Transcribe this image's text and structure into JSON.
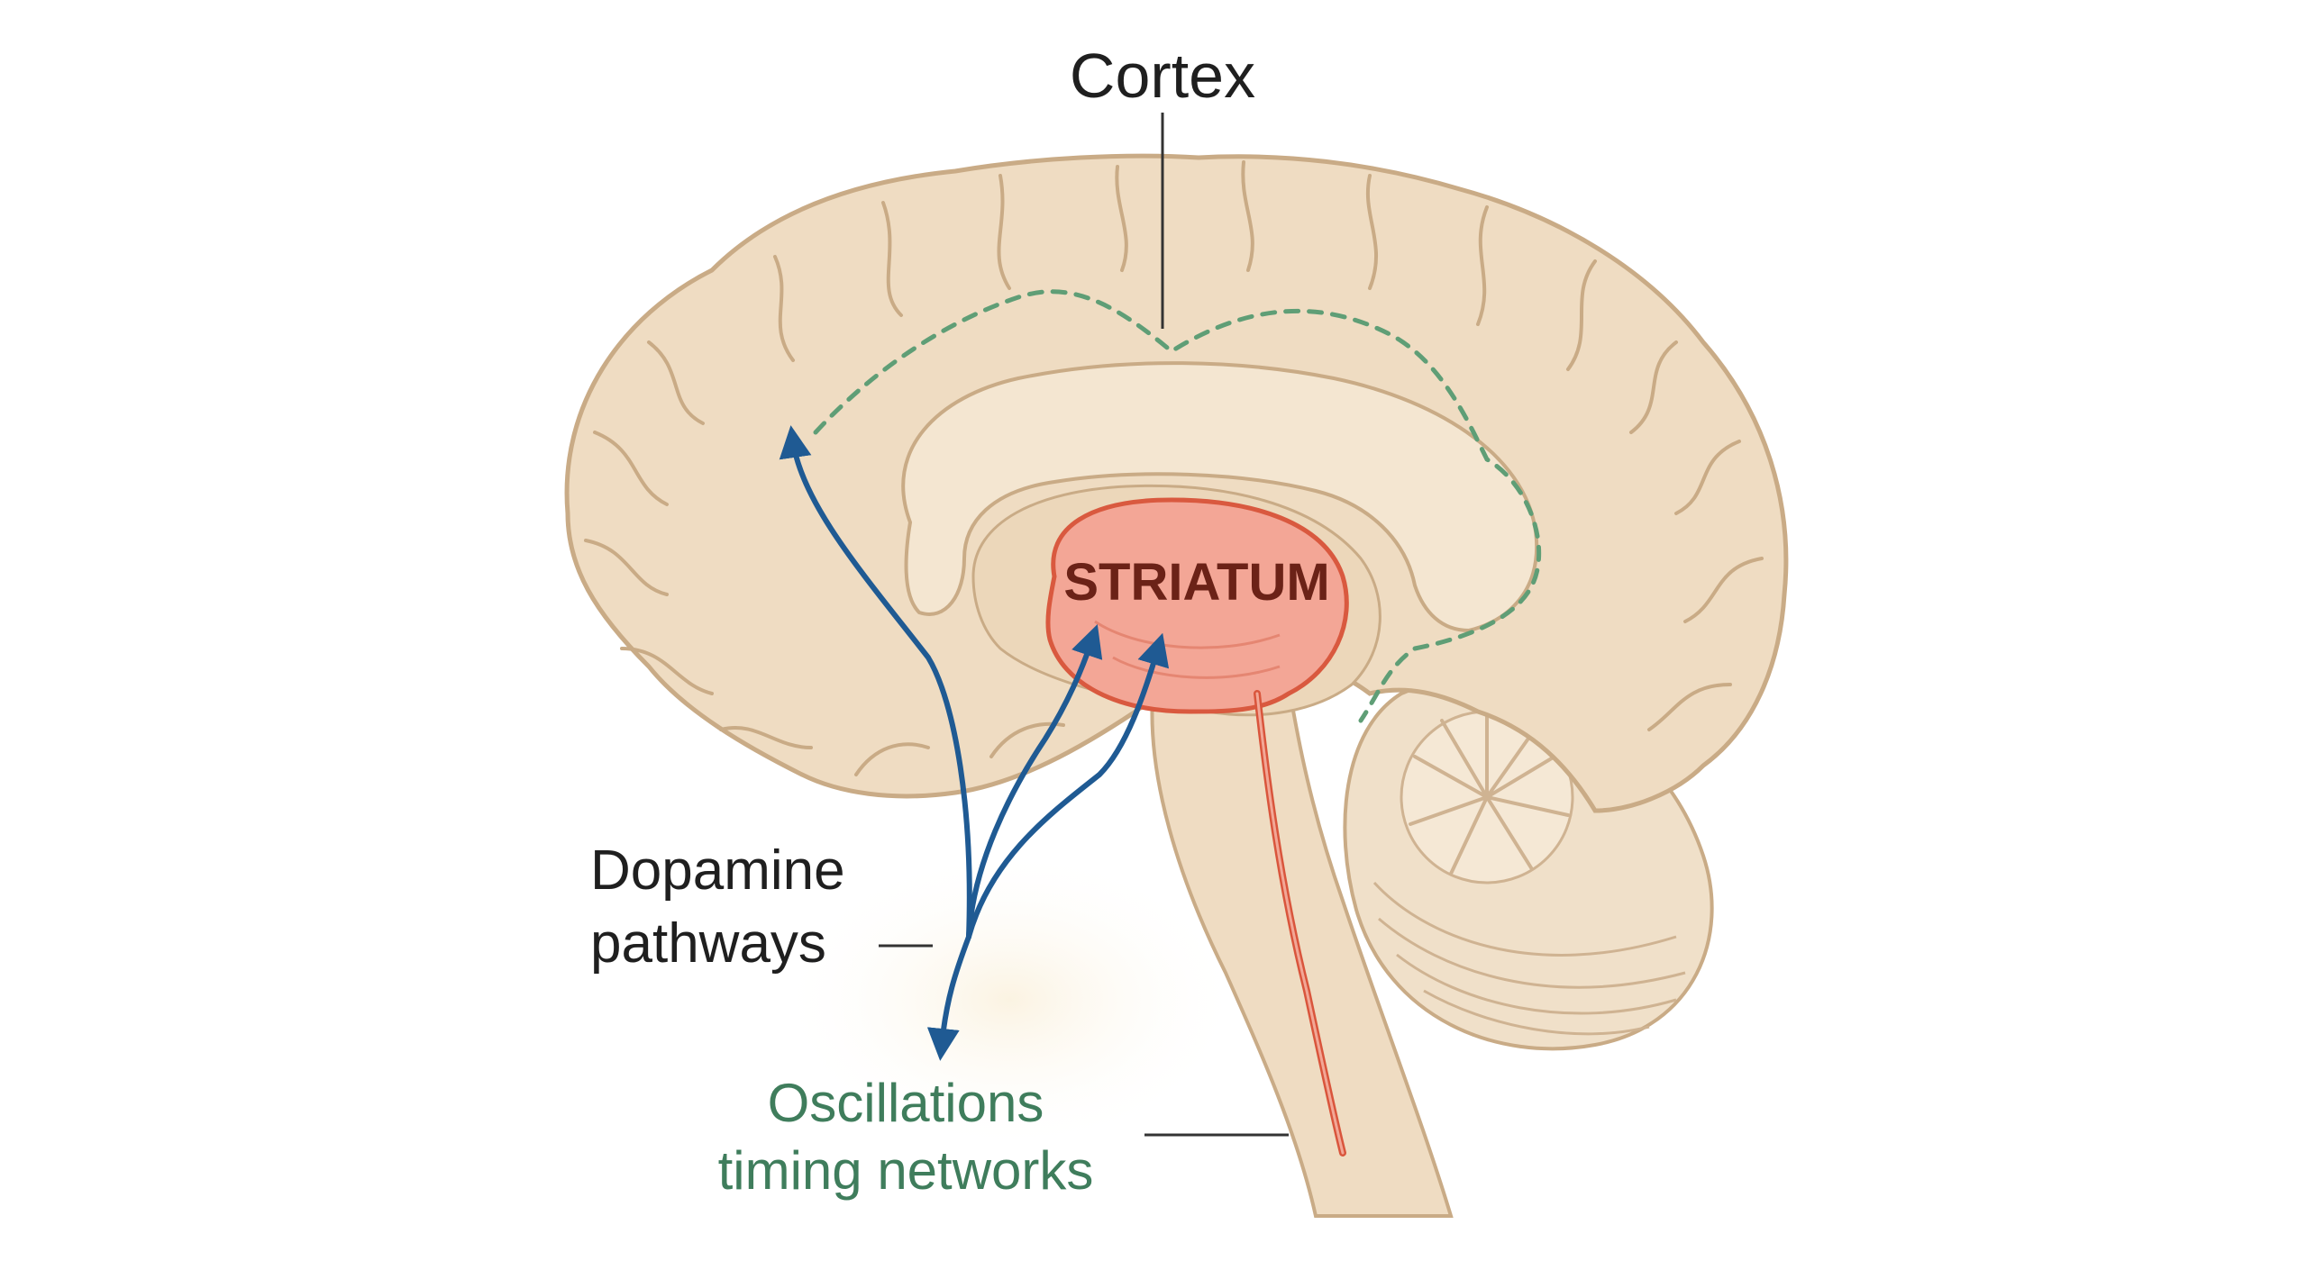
{
  "labels": {
    "cortex": "Cortex",
    "striatum": "STRIATUM",
    "dopamine_line1": "Dopamine",
    "dopamine_line2": "pathways",
    "oscillations_line1": "Oscillations",
    "oscillations_line2": "timing networks"
  },
  "colors": {
    "brain_fill": "#efdcc2",
    "brain_outline": "#c9ab86",
    "striatum_fill": "#f3a696",
    "striatum_outline": "#d9593f",
    "striatum_text": "#6b2217",
    "dopamine_arrow": "#1f5a93",
    "oscillation_dashed": "#5f9e76",
    "oscillation_text": "#3f7d5c",
    "label_text": "#1f1f1f",
    "red_tract": "#d9553c"
  }
}
